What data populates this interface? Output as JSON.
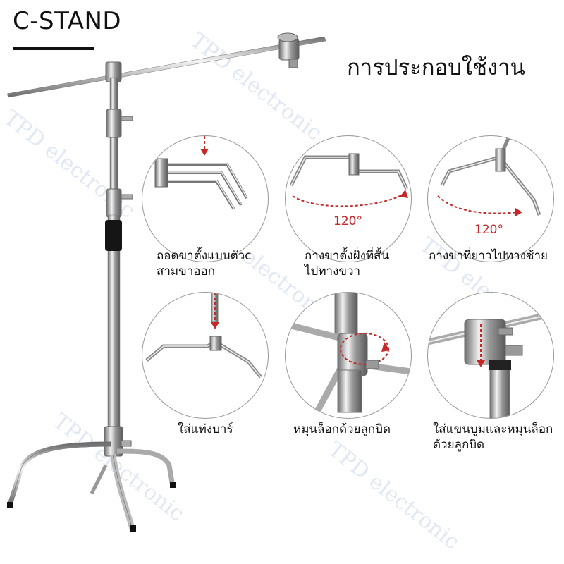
{
  "title": "C-STAND",
  "heading": "การประกอบใช้งาน",
  "watermark": "TPD electronic",
  "steps": [
    {
      "caption_lines": [
        "ถอดขาตั้งแบบตัวc",
        "สามขาออก"
      ],
      "illustration": "legs-detach"
    },
    {
      "caption_lines": [
        "กางขาตั้งฝั่งที่สั้น",
        "ไปทางขวา"
      ],
      "illustration": "short-leg-rotate",
      "angle_label": "120°"
    },
    {
      "caption_lines": [
        "กางขาที่ยาวไปทางซ้าย"
      ],
      "illustration": "long-leg-rotate",
      "angle_label": "120°"
    },
    {
      "caption_lines": [
        "ใส่แท่งบาร์"
      ],
      "illustration": "insert-bar"
    },
    {
      "caption_lines": [
        "หมุนล็อกด้วยลูกบิด"
      ],
      "illustration": "twist-lock-knob"
    },
    {
      "caption_lines": [
        "ใส่แขนบูมและหมุนล็อก",
        "ด้วยลูกบิด"
      ],
      "illustration": "boom-arm-lock"
    }
  ],
  "colors": {
    "arrow": "#c62828",
    "text": "#111111",
    "circle_border": "#999999"
  }
}
